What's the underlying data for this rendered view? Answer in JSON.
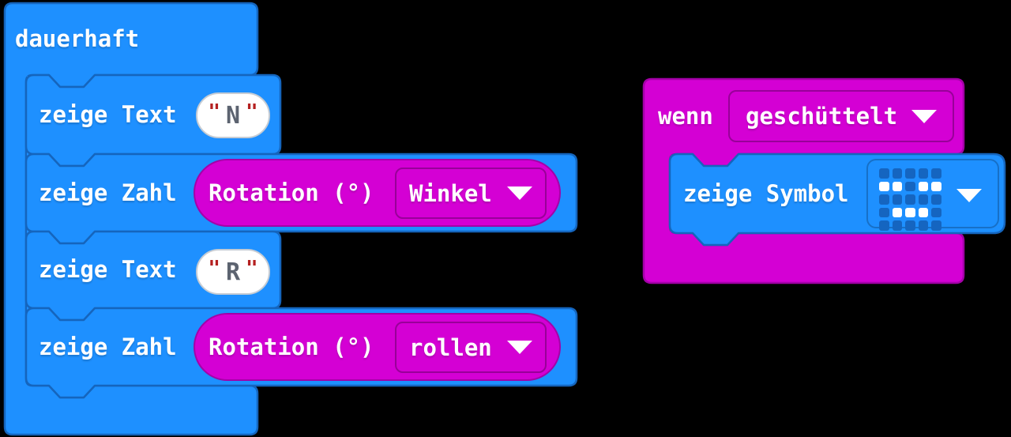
{
  "colors": {
    "blue": "#1E90FF",
    "blue-dark": "#1565BD",
    "magenta": "#D400D4",
    "magenta-dark": "#A400A8",
    "led-off": "#1565C0",
    "led-on": "#FFFFFF",
    "string-red": "#B42020",
    "string-gray": "#5C6370",
    "bg": "#000000"
  },
  "forever": {
    "label": "dauerhaft",
    "children": [
      {
        "label": "zeige Text",
        "open_quote": "\"",
        "string_value": "N",
        "close_quote": "\""
      },
      {
        "label": "zeige Zahl",
        "reporter_label": "Rotation (°)",
        "dropdown_value": "Winkel"
      },
      {
        "label": "zeige Text",
        "open_quote": "\"",
        "string_value": "R",
        "close_quote": "\""
      },
      {
        "label": "zeige Zahl",
        "reporter_label": "Rotation (°)",
        "dropdown_value": "rollen"
      }
    ]
  },
  "on_shake": {
    "label": "wenn",
    "dropdown_value": "geschüttelt",
    "child": {
      "label": "zeige Symbol",
      "led_grid": [
        [
          0,
          0,
          0,
          0,
          0
        ],
        [
          1,
          1,
          0,
          1,
          1
        ],
        [
          0,
          0,
          0,
          0,
          0
        ],
        [
          0,
          1,
          1,
          1,
          0
        ],
        [
          0,
          0,
          0,
          0,
          0
        ]
      ]
    }
  }
}
